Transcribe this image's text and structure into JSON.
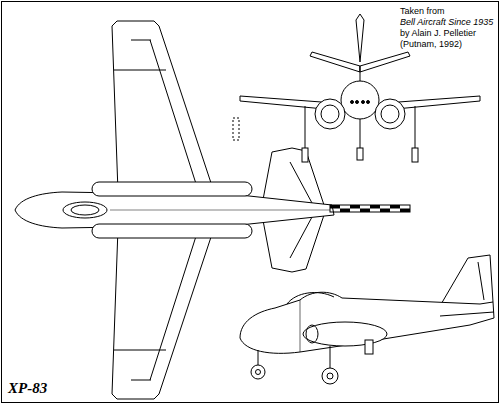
{
  "diagram": {
    "caption": "XP-83",
    "labels": [
      "Taken from",
      "Bell Aircraft Since 1935",
      "by Alain J. Pelletier",
      "(Putnam, 1992)"
    ]
  }
}
